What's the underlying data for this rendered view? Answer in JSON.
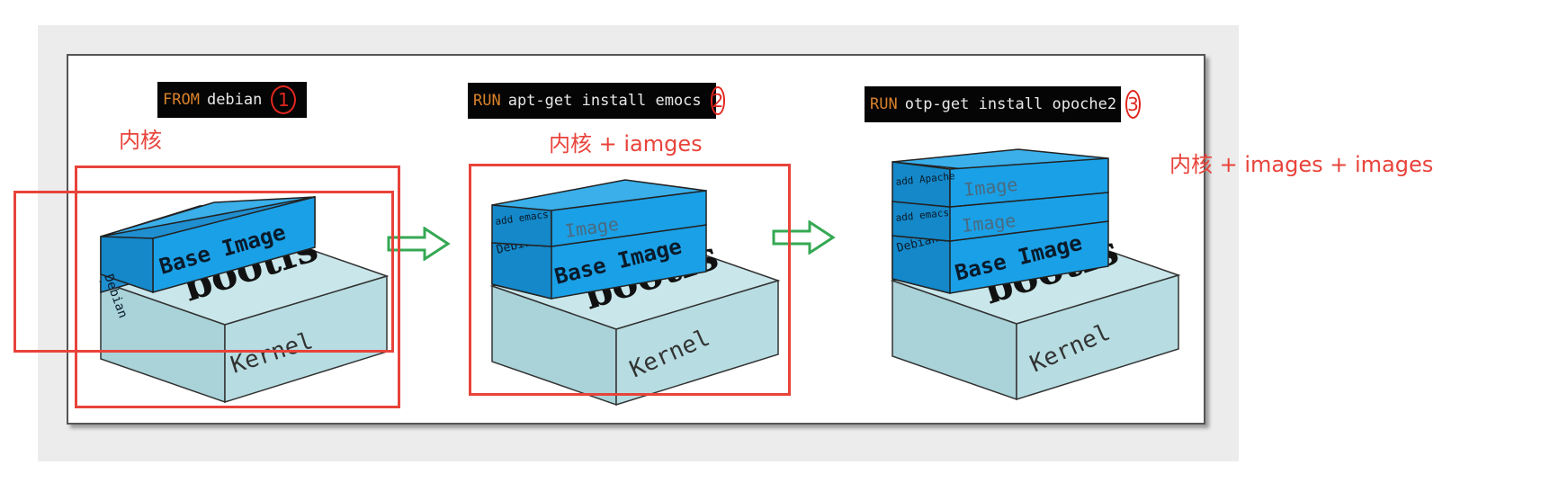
{
  "steps": [
    {
      "keyword": "FROM",
      "command": "debian",
      "number": "1",
      "annotation": "内核"
    },
    {
      "keyword": "RUN",
      "command": "apt-get install emocs",
      "number": "2",
      "annotation": "内核 + iamges"
    },
    {
      "keyword": "RUN",
      "command": "otp-get install opoche2",
      "number": "3",
      "annotation": "内核 + images  + images"
    }
  ],
  "layers": {
    "kernel": "Kernel",
    "bootfs": "bootfs",
    "base_image": "Base Image",
    "debian": "Debian",
    "image": "Image",
    "add_emacs": "add emacs",
    "add_apache": "add Apache"
  },
  "colors": {
    "annotation": "#e8433a",
    "layer_blue": "#1aa0e6",
    "kernel_base": "#b8dde2",
    "arrow": "#34a853",
    "keyword": "#d9822b"
  }
}
